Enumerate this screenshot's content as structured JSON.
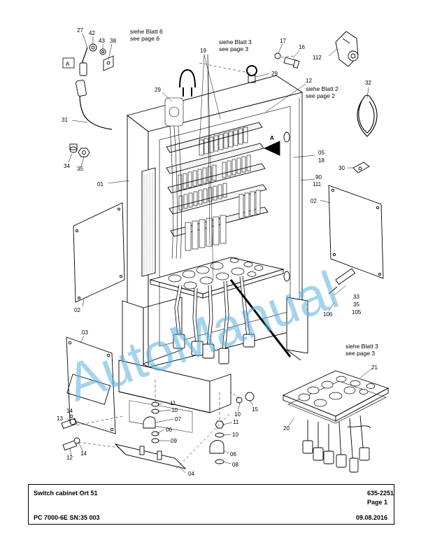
{
  "labels": {
    "l27": "27",
    "l42": "42",
    "l43": "43",
    "l38": "38",
    "boxA": "A",
    "l19": "19",
    "l17": "17",
    "l16": "16",
    "l112": "112",
    "l29a": "29",
    "l29b": "29",
    "l12": "12",
    "l31": "31",
    "l32": "32",
    "l34": "34",
    "l35a": "35",
    "lArrowA": "A",
    "l05": "05",
    "l18": "18",
    "l30": "30",
    "l01": "01",
    "l90": "90",
    "l111": "111",
    "l02a": "02",
    "l02b": "02",
    "l33": "33",
    "l35b": "35",
    "l105": "105",
    "l106": "106",
    "l03": "03",
    "l21": "21",
    "l11a": "11",
    "l10a": "10",
    "l07": "07",
    "l06a": "06",
    "l09": "09",
    "l14a": "14",
    "l13": "13",
    "l12b": "12",
    "l14b": "14",
    "l04": "04",
    "l10b": "10",
    "l15": "15",
    "l11b": "11",
    "l10c": "10",
    "l06b": "06",
    "l08": "08",
    "l20": "20"
  },
  "notes": {
    "blatt6_de": "siehe Blatt 6",
    "blatt6_en": "see page 6",
    "blatt3_de": "siehe Blatt 3",
    "blatt3_en": "see page 3",
    "blatt2_de": "siehe Blatt 2",
    "blatt2_en": "see page 2",
    "blatt3b_de": "siehe Blatt 3",
    "blatt3b_en": "see page 3"
  },
  "watermark": "AutoManual",
  "title_block": {
    "title": "Switch cabinet Ort 51",
    "doc_number": "635-2251",
    "page": "Page 1",
    "machine": "PC 7000-6E SN:35 003",
    "date": "09.08.2016"
  },
  "colors": {
    "line": "#000000",
    "watermark": "#5aaee0"
  }
}
